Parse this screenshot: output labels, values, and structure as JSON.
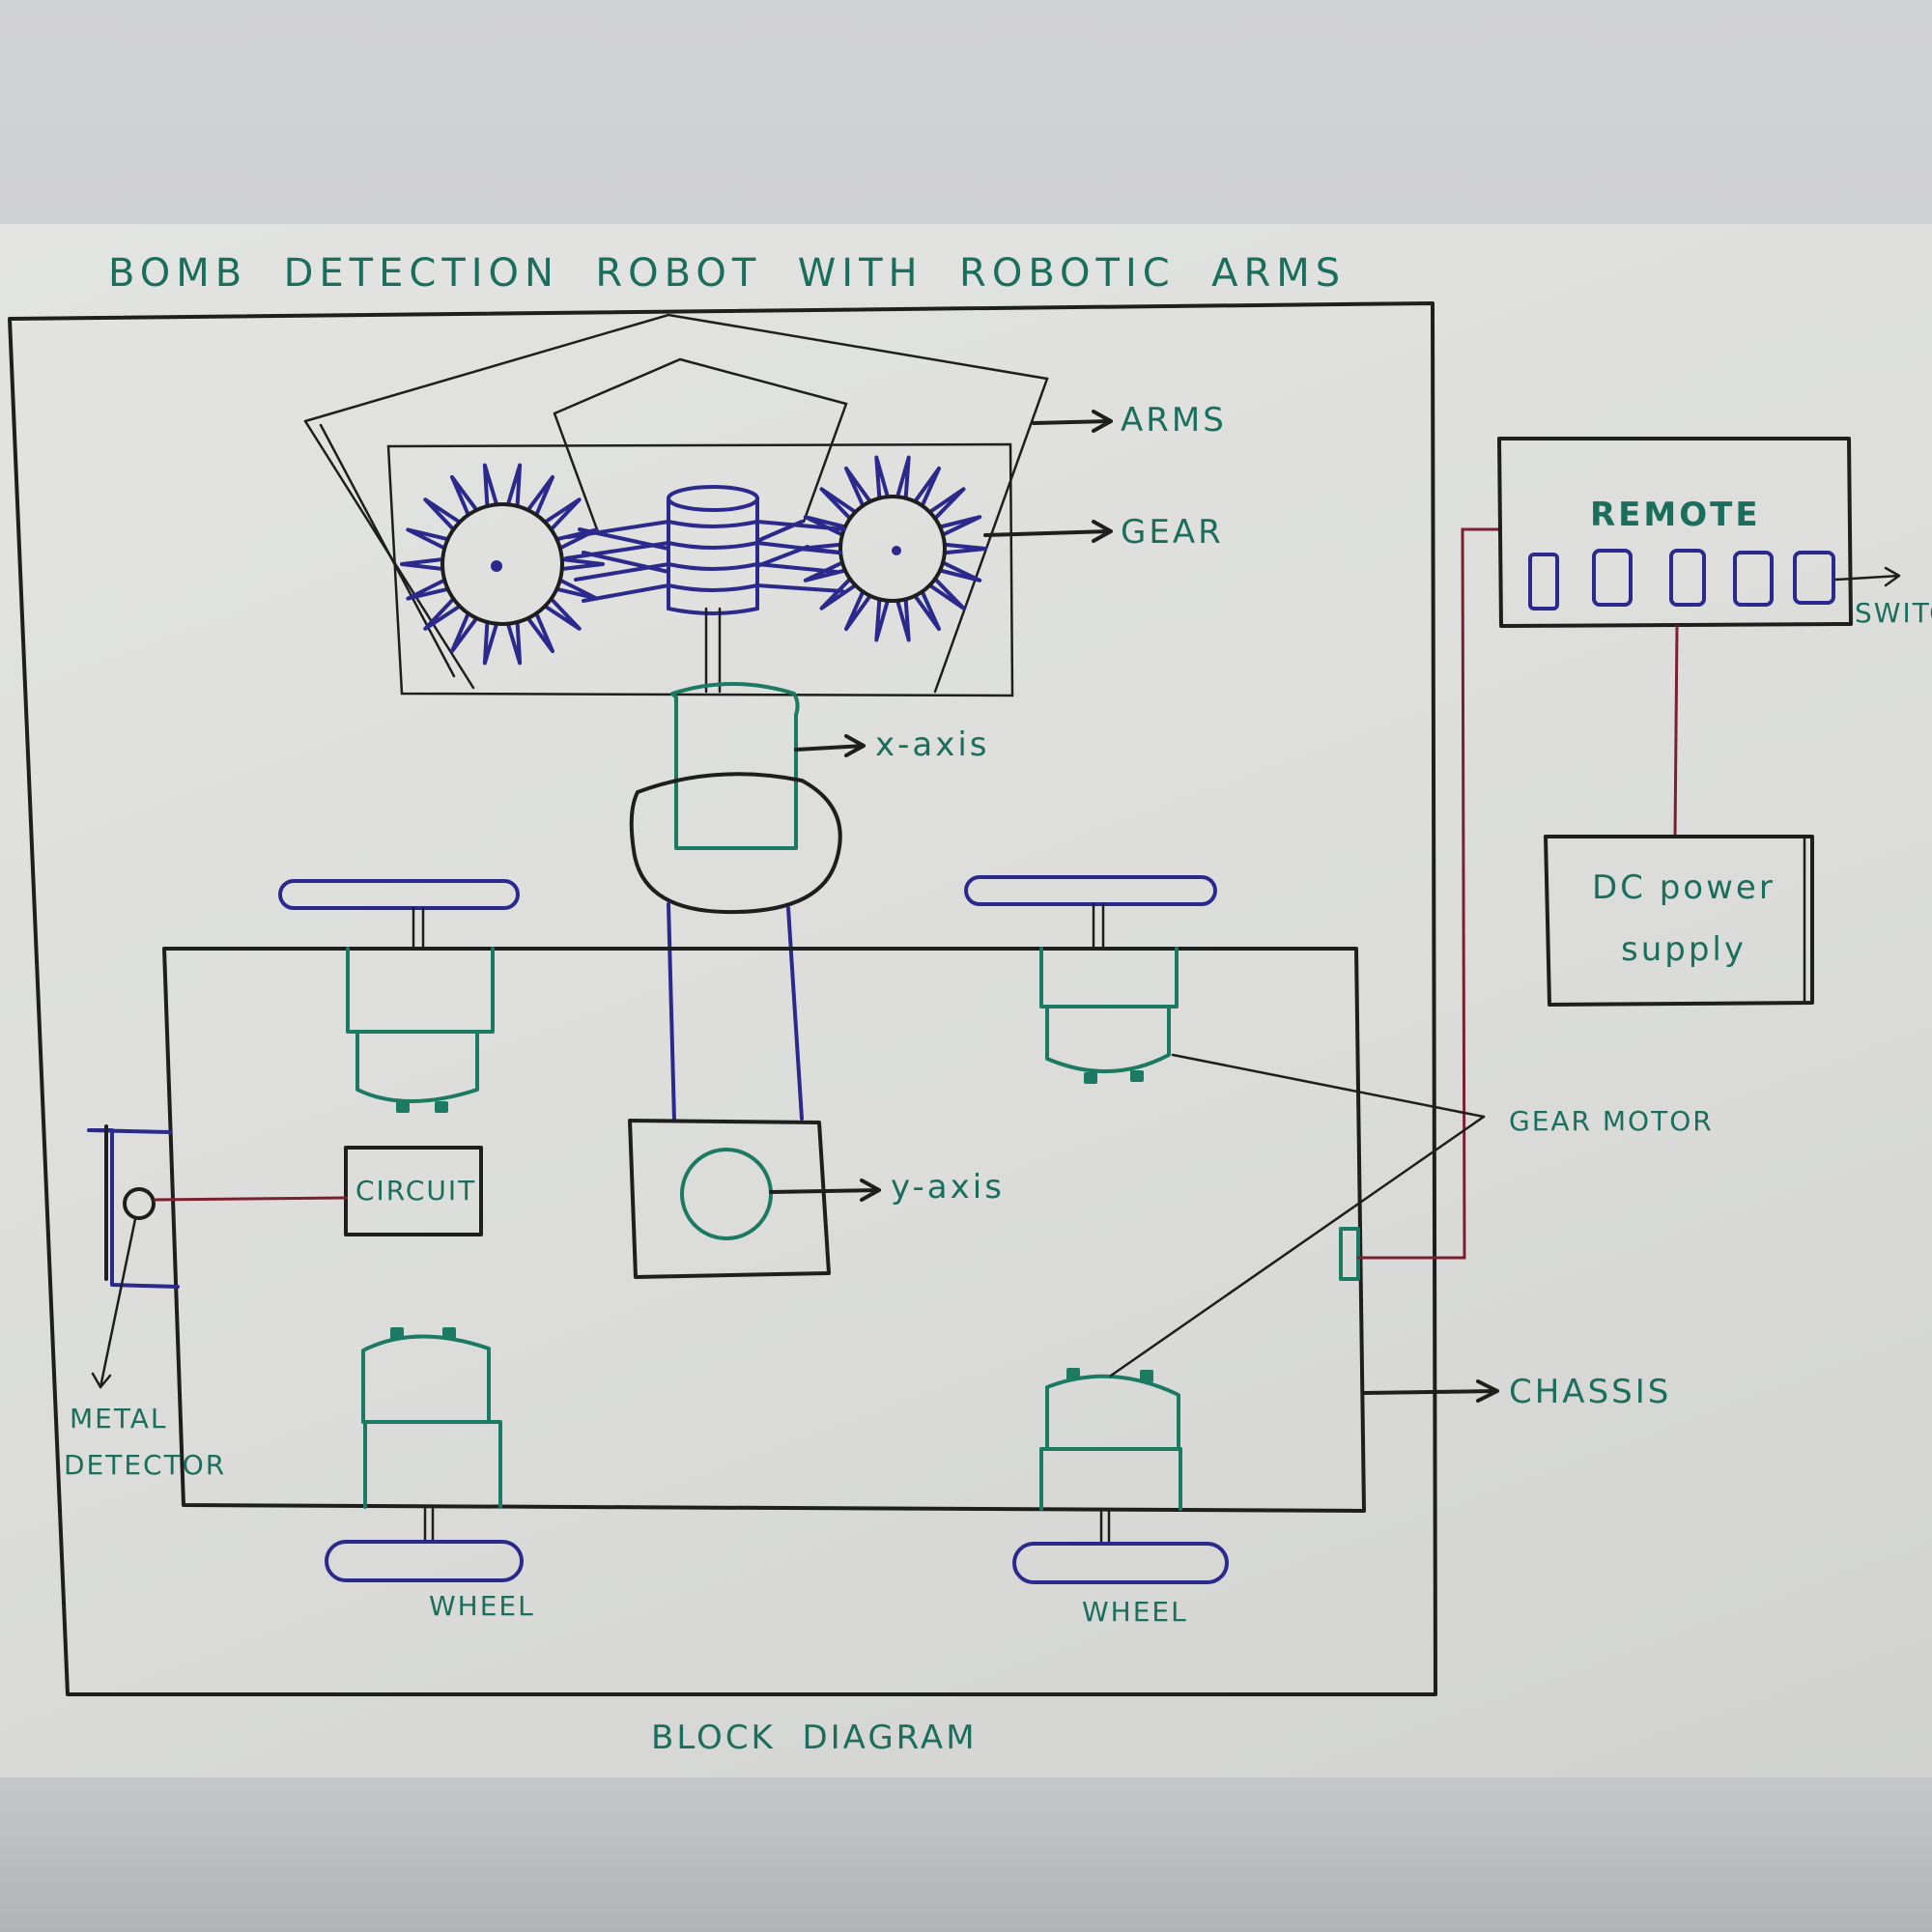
{
  "title": "BOMB  DETECTION  ROBOT  WITH  ROBOTIC  ARMS",
  "caption": "BLOCK  DIAGRAM",
  "labels": {
    "arms": "ARMS",
    "gear": "GEAR",
    "x_axis": "x-axis",
    "y_axis": "y-axis",
    "remote": "REMOTE",
    "switches": "SWITCHES",
    "dc_power_line1": "DC power",
    "dc_power_line2": "supply",
    "gear_motor": "GEAR MOTOR",
    "circuit": "CIRCUIT",
    "metal_line1": "METAL",
    "metal_line2": "DETECTOR",
    "chassis": "CHASSIS",
    "wheel_left": "WHEEL",
    "wheel_right": "WHEEL"
  },
  "colors": {
    "text_green": "#1b6e5c",
    "ink_black": "#1e1e1e",
    "ink_blue": "#2b2a8c",
    "ink_green": "#1c7a62",
    "wire_red": "#7a2030"
  }
}
